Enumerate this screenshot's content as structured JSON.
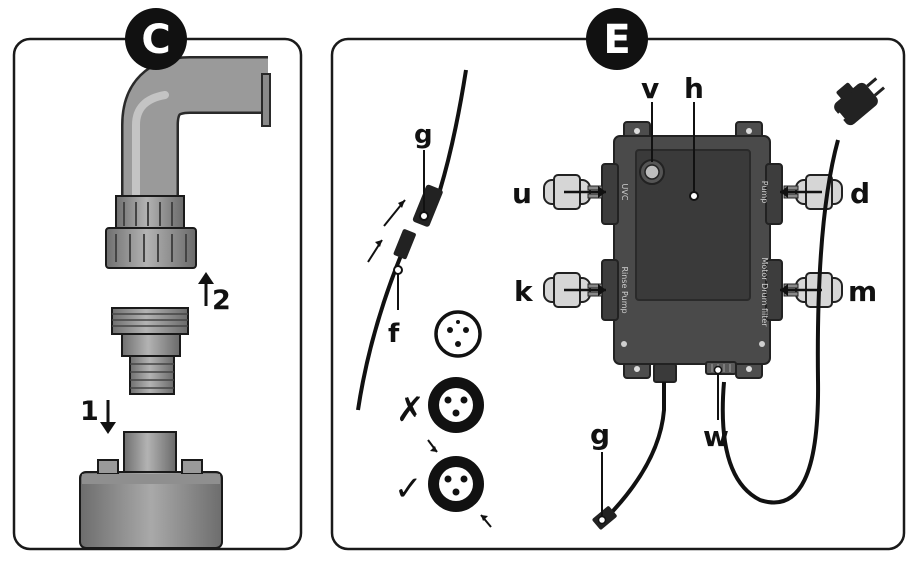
{
  "panel_c": {
    "badge": "C",
    "step_1": "1",
    "step_2": "2"
  },
  "panel_e": {
    "badge": "E",
    "labels": {
      "v": "v",
      "h": "h",
      "u": "u",
      "d": "d",
      "k": "k",
      "m": "m",
      "g_top": "g",
      "f": "f",
      "g_bottom": "g",
      "w": "w"
    },
    "socket_labels": {
      "uvc": "UVC",
      "pump": "Pump",
      "rinse_pump": "Rinse Pump",
      "motor_drum_filter": "Motor Drum filter"
    },
    "marks": {
      "wrong": "✗",
      "right": "✓"
    }
  },
  "colors": {
    "frame": "#1a1a1a",
    "pipe_grey": "#8c8c8c",
    "box_dark": "#4a4a4a",
    "box_inner": "#3a3a3a",
    "plug_light": "#d6d6d6"
  }
}
